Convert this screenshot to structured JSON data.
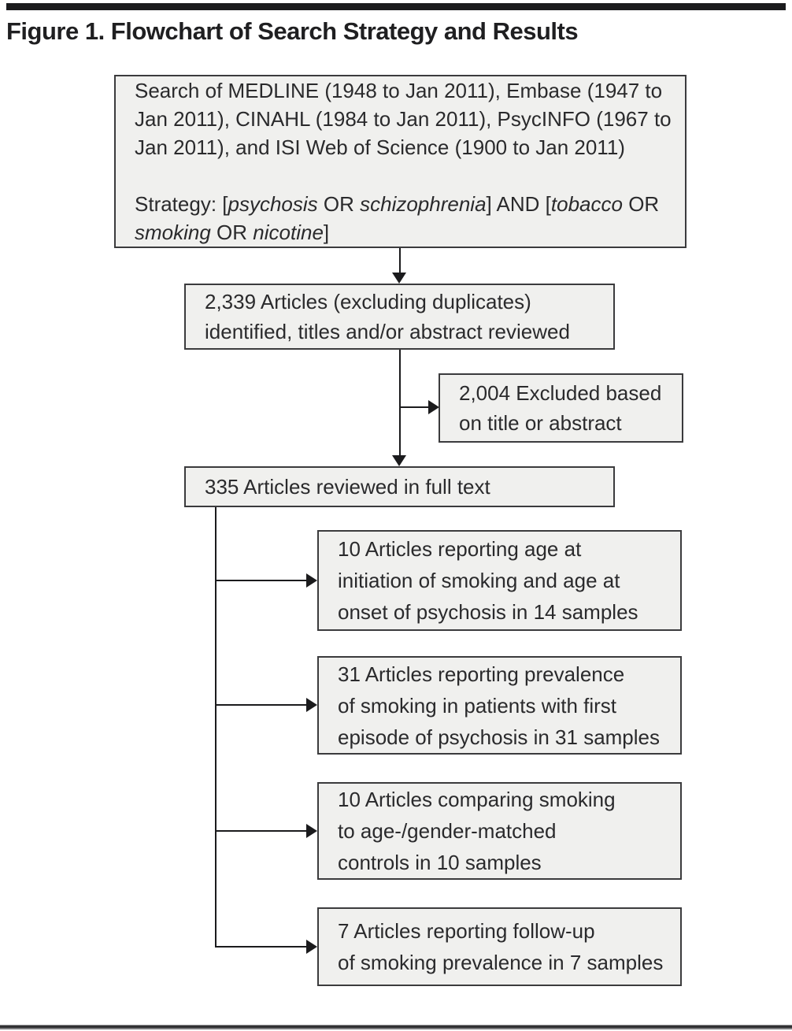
{
  "title": "Figure 1. Flowchart of Search Strategy and Results",
  "colors": {
    "box_fill": "#f0f0ee",
    "box_border": "#3b3b3d",
    "text": "#2a2a2c",
    "connector": "#1b1b1d",
    "top_bar": "#1b1b1d",
    "bottom_rule": "#313133"
  },
  "flowchart": {
    "search_box": {
      "lines": [
        "Search of MEDLINE (1948 to Jan 2011), Embase (1947 to",
        "Jan 2011), CINAHL (1984 to Jan 2011), PsycINFO (1967 to",
        "Jan 2011), and ISI Web of Science (1900 to Jan 2011)"
      ],
      "strategy_line1": [
        {
          "text": "Strategy: ["
        },
        {
          "text": "psychosis"
        },
        {
          "text": " OR "
        },
        {
          "text": "schizophrenia"
        },
        {
          "text": "] AND ["
        },
        {
          "text": "tobacco"
        },
        {
          "text": " OR"
        }
      ],
      "strategy_line2": [
        {
          "text": "smoking"
        },
        {
          "text": " OR "
        },
        {
          "text": "nicotine"
        },
        {
          "text": "]"
        }
      ]
    },
    "identified_box": {
      "lines": [
        "2,339 Articles (excluding duplicates)",
        "identified, titles and/or abstract reviewed"
      ]
    },
    "excluded_box": {
      "lines": [
        "2,004 Excluded based",
        "on title or abstract"
      ]
    },
    "fulltext_box": {
      "lines": [
        "335 Articles reviewed in full text"
      ]
    },
    "outcome_boxes": [
      {
        "lines": [
          "10 Articles reporting age at",
          "initiation of smoking and age at",
          "onset of psychosis in 14 samples"
        ]
      },
      {
        "lines": [
          "31 Articles reporting prevalence",
          "of smoking in patients with first",
          "episode of psychosis in 31 samples"
        ]
      },
      {
        "lines": [
          "10 Articles comparing smoking",
          "to age-/gender-matched",
          "controls in 10 samples"
        ]
      },
      {
        "lines": [
          "7 Articles reporting follow-up",
          "of smoking prevalence in 7 samples"
        ]
      }
    ]
  }
}
